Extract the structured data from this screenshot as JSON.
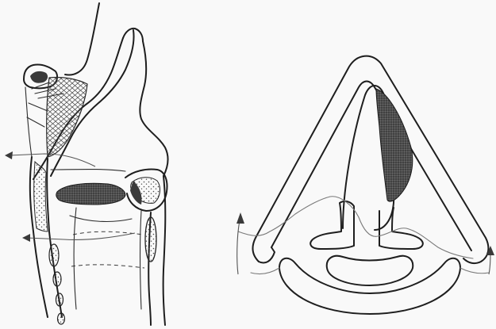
{
  "figure": {
    "panels": [
      {
        "view": "sagittal-section",
        "arrows": 2
      },
      {
        "view": "superior-view",
        "arrows": 2
      }
    ],
    "colors": {
      "background": "#f9f9f9",
      "ink": "#1e1e1e",
      "shade": "#3a3a3a",
      "guide": "#7a7a7a"
    }
  }
}
